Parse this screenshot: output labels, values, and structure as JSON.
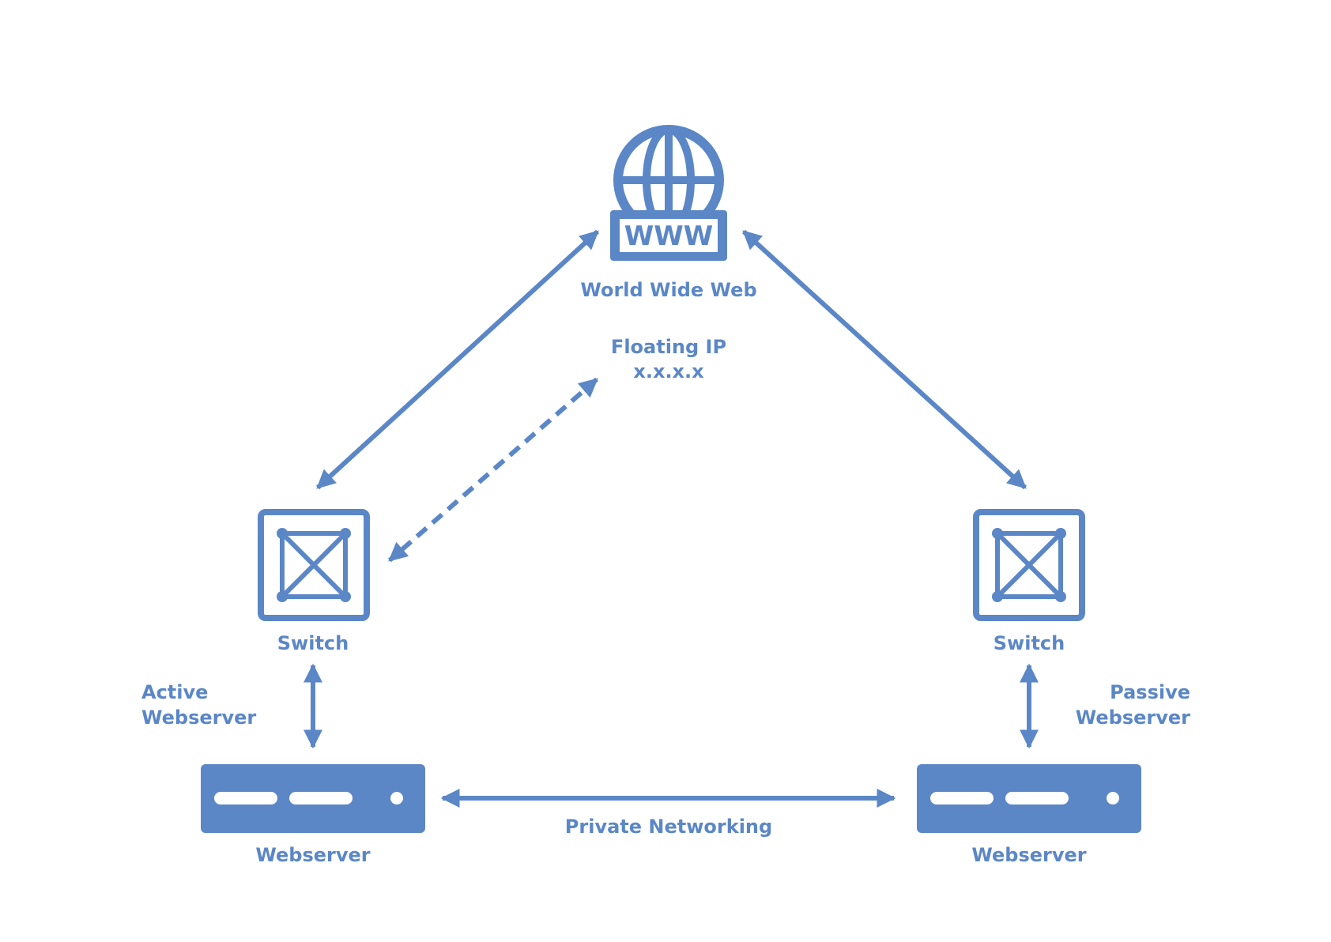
{
  "theme": {
    "accent": "#5b87c7",
    "background": "#ffffff"
  },
  "nodes": {
    "www": {
      "icon": "globe-www-icon",
      "icon_text": "WWW",
      "label": "World Wide Web"
    },
    "floating_ip": {
      "label": "Floating IP",
      "value": "x.x.x.x"
    },
    "switch_left": {
      "icon": "network-switch-icon",
      "label": "Switch"
    },
    "switch_right": {
      "icon": "network-switch-icon",
      "label": "Switch"
    },
    "server_left": {
      "icon": "rack-server-icon",
      "label": "Webserver",
      "role_line1": "Active",
      "role_line2": "Webserver"
    },
    "server_right": {
      "icon": "rack-server-icon",
      "label": "Webserver",
      "role_line1": "Passive",
      "role_line2": "Webserver"
    }
  },
  "edges": {
    "private_network": {
      "label": "Private Networking"
    }
  }
}
